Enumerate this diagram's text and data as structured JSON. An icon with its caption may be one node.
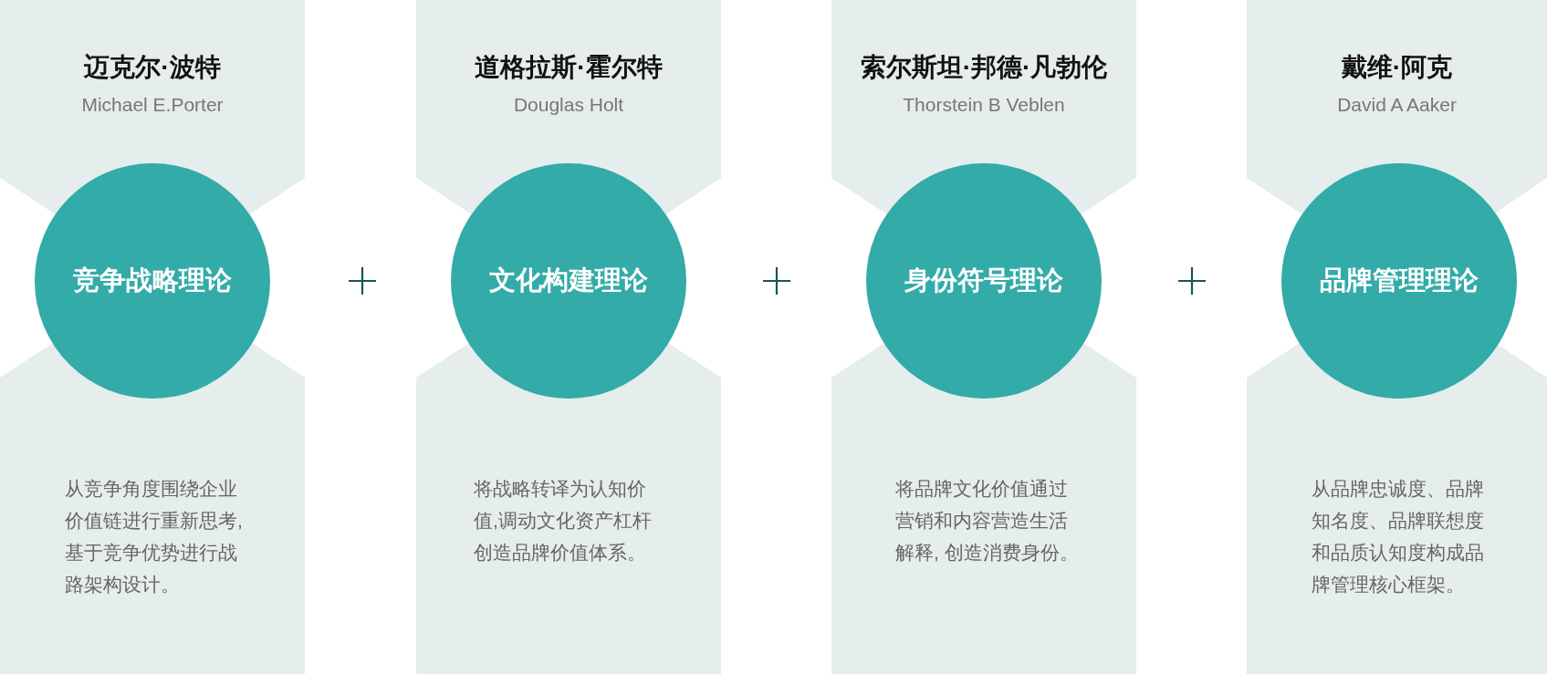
{
  "diagram": {
    "nodes": [
      {
        "text": [
          "迈克尔·波特",
          "Michael E.Porter",
          "从竞争角度围绕企业价值链进行重新思考,基于竞争优势进行战路架构设计。"
        ]
      },
      {
        "text": [
          "竞争战略理论"
        ],
        "in": 0
      },
      {
        "text": [
          "道格拉斯·霍尔特",
          "Douglas Holt",
          "将战略转译为认知价值,调动文化资产杠杆创造品牌价值体系。"
        ]
      },
      {
        "text": [
          "文化构建理论"
        ],
        "in": 2
      },
      {
        "text": [
          "索尔斯坦·邦德·凡勃伦",
          "Thorstein B Veblen",
          "将品牌文化价值通过营销和内容营造生活解释, 创造消费身份。"
        ]
      },
      {
        "text": [
          "身份符号理论"
        ],
        "in": 4
      },
      {
        "text": [
          "戴维·阿克",
          "David A Aaker",
          "从品牌忠诚度、品牌知名度、品牌联想度和品质认知度构成品牌管理核心框架。"
        ]
      },
      {
        "text": [
          "品牌管理理论"
        ],
        "in": 6
      }
    ]
  }
}
